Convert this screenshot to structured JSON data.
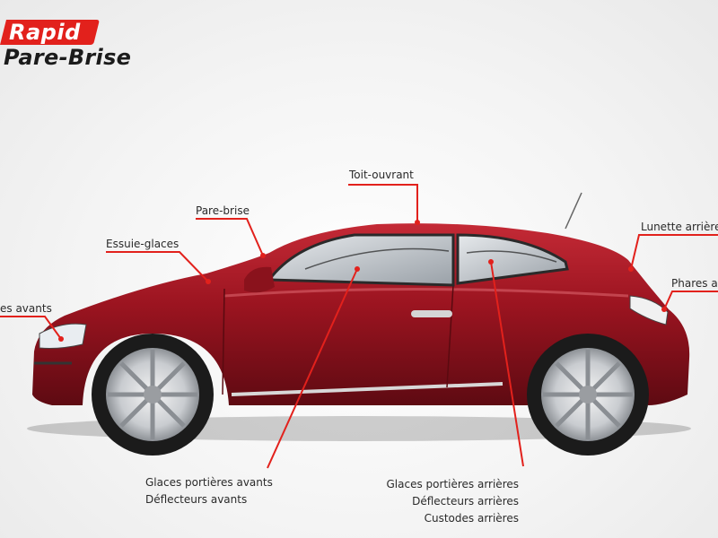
{
  "brand": {
    "rapid": "Rapid",
    "name": "Pare-Brise",
    "accent": "#e2211c"
  },
  "car_color": "#9b1420",
  "labels": {
    "toit_ouvrant": "Toit-ouvrant",
    "pare_brise": "Pare-brise",
    "essuie_glaces": "Essuie-glaces",
    "phares_avants": "es avants",
    "lunette_arriere": "Lunette arrière",
    "phares_arriere": "Phares arr",
    "front_door": [
      "Glaces portières avants",
      "Déflecteurs avants"
    ],
    "rear_door": [
      "Glaces portières arrières",
      "Déflecteurs arrières",
      "Custodes arrières"
    ]
  }
}
